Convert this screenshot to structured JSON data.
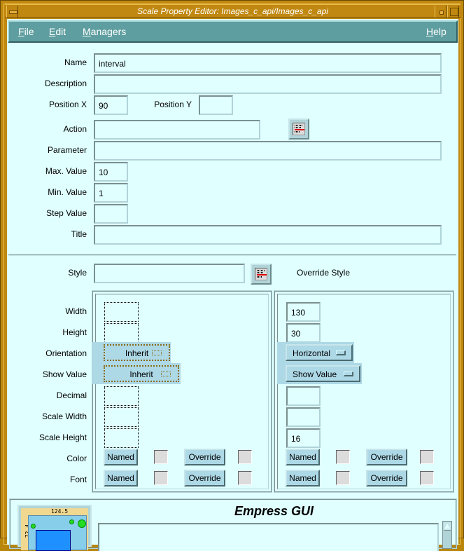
{
  "window": {
    "title": "Scale Property Editor: Images_c_api/Images_c_api"
  },
  "menubar": {
    "file": {
      "accel": "F",
      "rest": "ile"
    },
    "edit": {
      "accel": "E",
      "rest": "dit"
    },
    "managers": {
      "accel": "M",
      "rest": "anagers"
    },
    "help": {
      "accel": "H",
      "rest": "elp"
    }
  },
  "form": {
    "name": {
      "label": "Name",
      "value": "interval"
    },
    "description": {
      "label": "Description",
      "value": ""
    },
    "position_x": {
      "label": "Position X",
      "value": "90"
    },
    "position_y": {
      "label": "Position Y",
      "value": ""
    },
    "action": {
      "label": "Action",
      "value": ""
    },
    "parameter": {
      "label": "Parameter",
      "value": ""
    },
    "max_value": {
      "label": "Max. Value",
      "value": "10"
    },
    "min_value": {
      "label": "Min. Value",
      "value": "1"
    },
    "step_value": {
      "label": "Step Value",
      "value": ""
    },
    "title": {
      "label": "Title",
      "value": ""
    }
  },
  "style": {
    "label": "Style",
    "value": "",
    "override_label": "Override Style"
  },
  "style_rows": {
    "width": "Width",
    "height": "Height",
    "orientation": "Orientation",
    "show_value": "Show Value",
    "decimal": "Decimal",
    "scale_width": "Scale Width",
    "scale_height": "Scale Height",
    "color": "Color",
    "font": "Font"
  },
  "inherited": {
    "width": "",
    "height": "",
    "orientation": "Inherit",
    "show_value": "Inherit",
    "decimal": "",
    "scale_width": "",
    "scale_height": "",
    "named_label": "Named",
    "override_label": "Override"
  },
  "override": {
    "width": "130",
    "height": "30",
    "orientation": "Horizontal",
    "show_value": "Show Value",
    "decimal": "",
    "scale_width": "",
    "scale_height": "16",
    "named_label": "Named",
    "override_label": "Override"
  },
  "footer": {
    "brand": "Empress GUI",
    "logo_dim_horizontal": "124.5",
    "logo_dim_vertical": "72.4"
  }
}
